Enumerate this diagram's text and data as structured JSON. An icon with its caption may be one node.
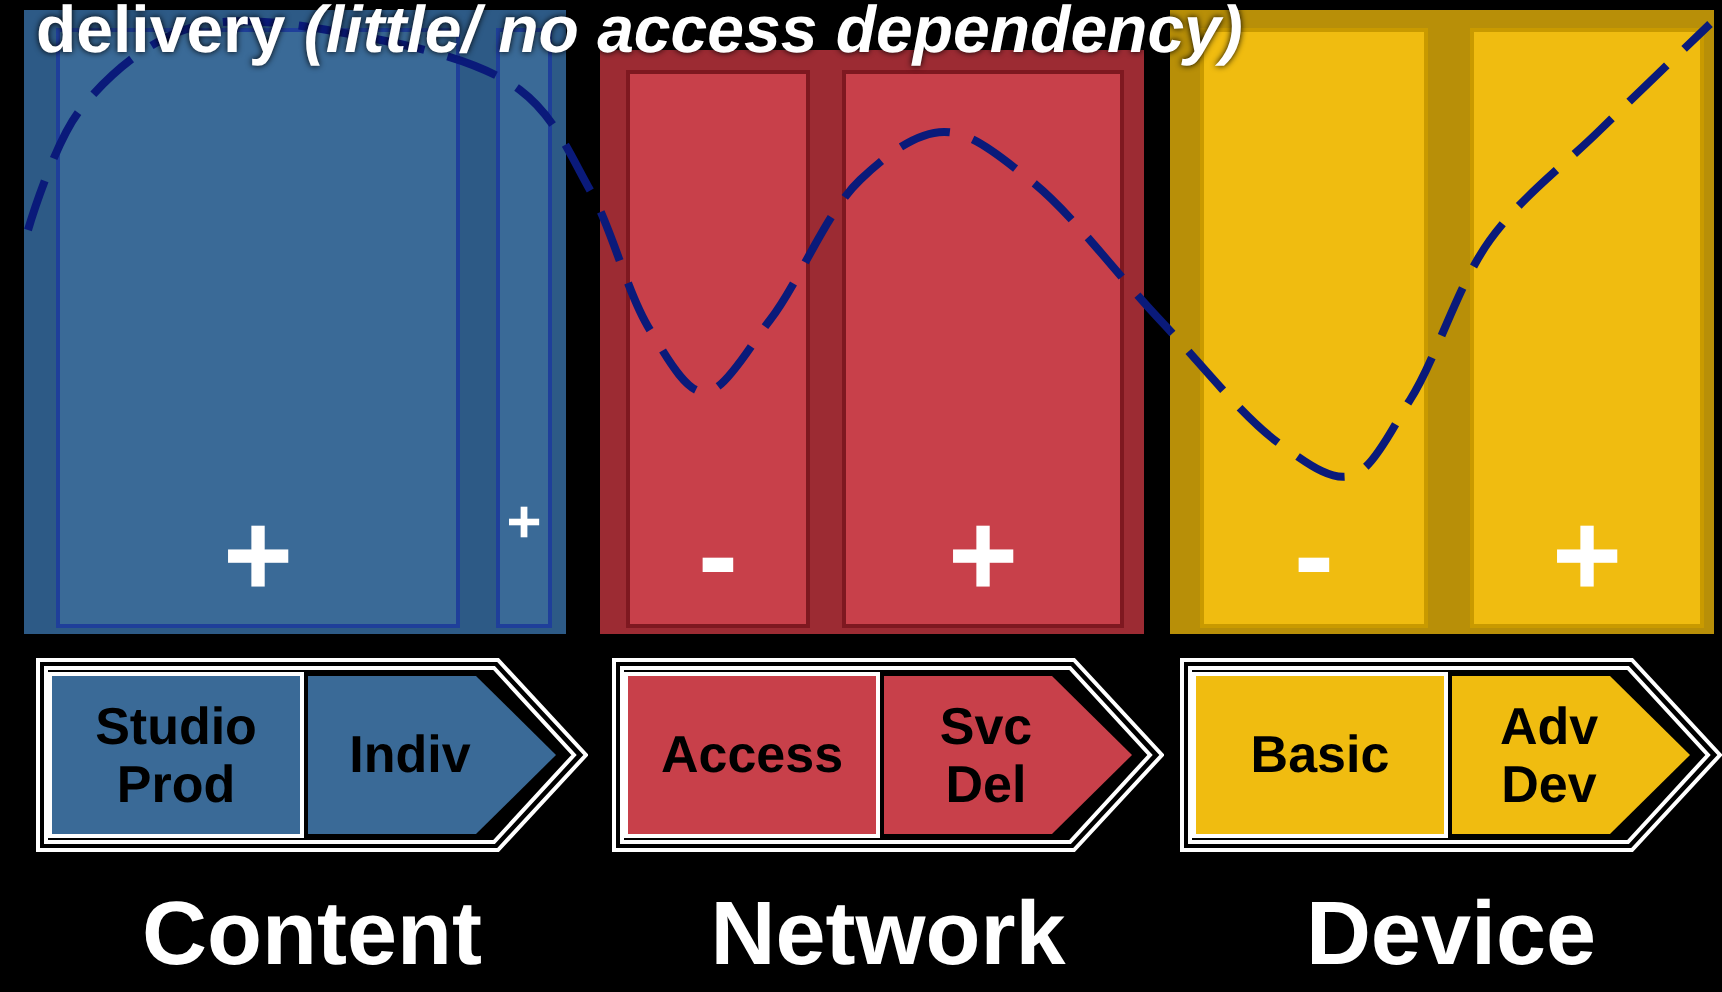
{
  "diagram": {
    "title": "delivery *(little/ no access dependency)*",
    "nodes": [
      {
        "text": [],
        "shape": "box"
      },
      {
        "text": [
          "+"
        ],
        "in": 0
      },
      {
        "text": [
          "+"
        ],
        "in": 0
      },
      {
        "text": [],
        "shape": "box"
      },
      {
        "text": [
          "-"
        ],
        "in": 3
      },
      {
        "text": [
          "+"
        ],
        "in": 3
      },
      {
        "text": [],
        "shape": "box"
      },
      {
        "text": [
          "-"
        ],
        "in": 6
      },
      {
        "text": [
          "+"
        ],
        "in": 6
      },
      {
        "text": [],
        "shape": "arrow",
        "beside": [
          "Content"
        ]
      },
      {
        "text": [
          "Studio Prod"
        ],
        "in": 9
      },
      {
        "text": [
          "Indiv"
        ],
        "in": 9
      },
      {
        "text": [],
        "shape": "arrow",
        "beside": [
          "Network"
        ]
      },
      {
        "text": [
          "Access"
        ],
        "in": 12
      },
      {
        "text": [
          "Svc Del"
        ],
        "in": 12
      },
      {
        "text": [],
        "shape": "arrow",
        "beside": [
          "Device"
        ]
      },
      {
        "text": [
          "Basic"
        ],
        "in": 15
      },
      {
        "text": [
          "Adv Dev"
        ],
        "in": 15
      }
    ]
  }
}
